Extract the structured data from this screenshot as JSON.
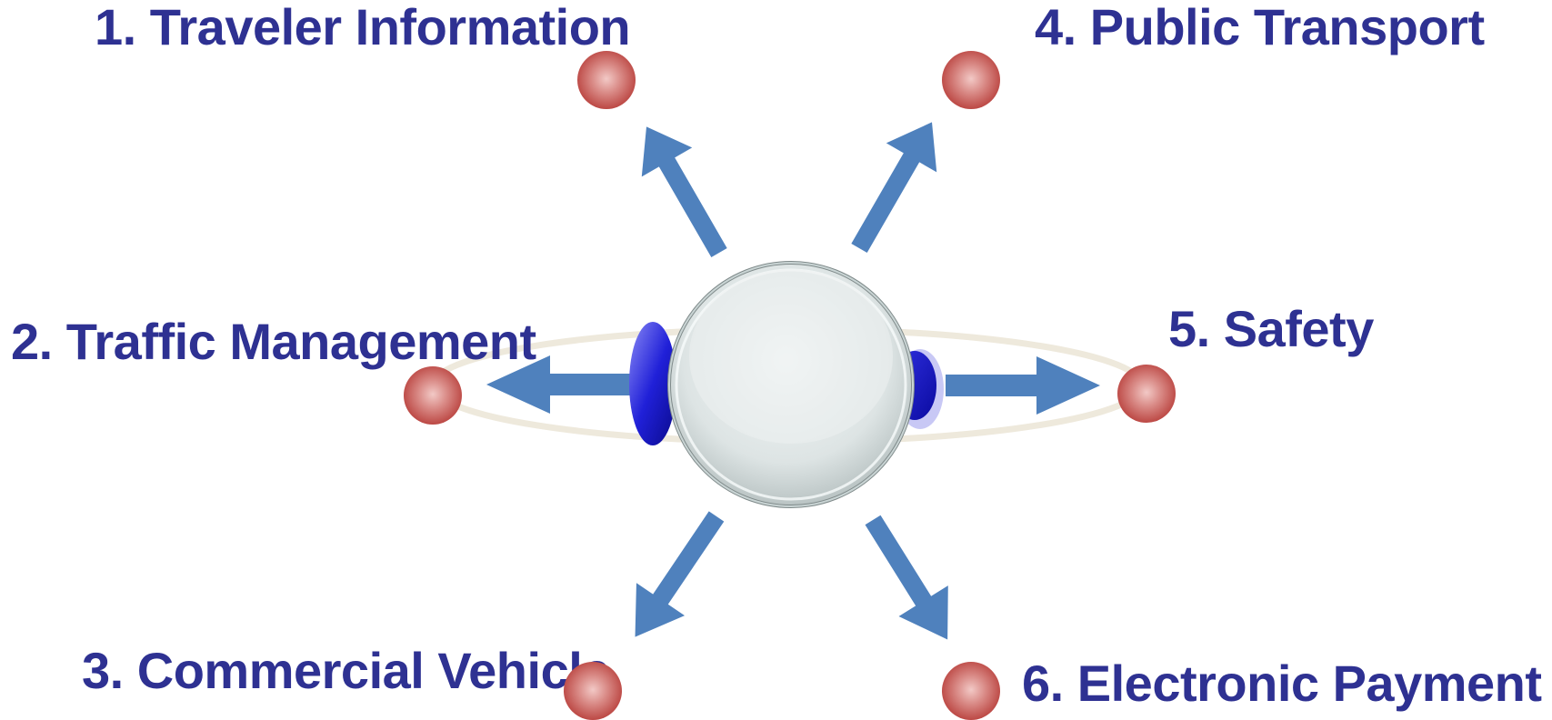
{
  "colors": {
    "label_text": "#2e3192",
    "arrow": "#4f81bd",
    "node": "#c0504d",
    "orbit": "#eee9dc",
    "wing": "#1f1fd6",
    "globe": "#dfe6e6"
  },
  "center": {
    "icon": "globe-icon"
  },
  "categories": [
    {
      "label": "1. Traveler Information",
      "icon": "node-icon"
    },
    {
      "label": "2. Traffic Management",
      "icon": "node-icon"
    },
    {
      "label": "3. Commercial Vehicle",
      "icon": "node-icon"
    },
    {
      "label": "4. Public Transport",
      "icon": "node-icon"
    },
    {
      "label": "5. Safety",
      "icon": "node-icon"
    },
    {
      "label": "6. Electronic Payment",
      "icon": "node-icon"
    }
  ]
}
